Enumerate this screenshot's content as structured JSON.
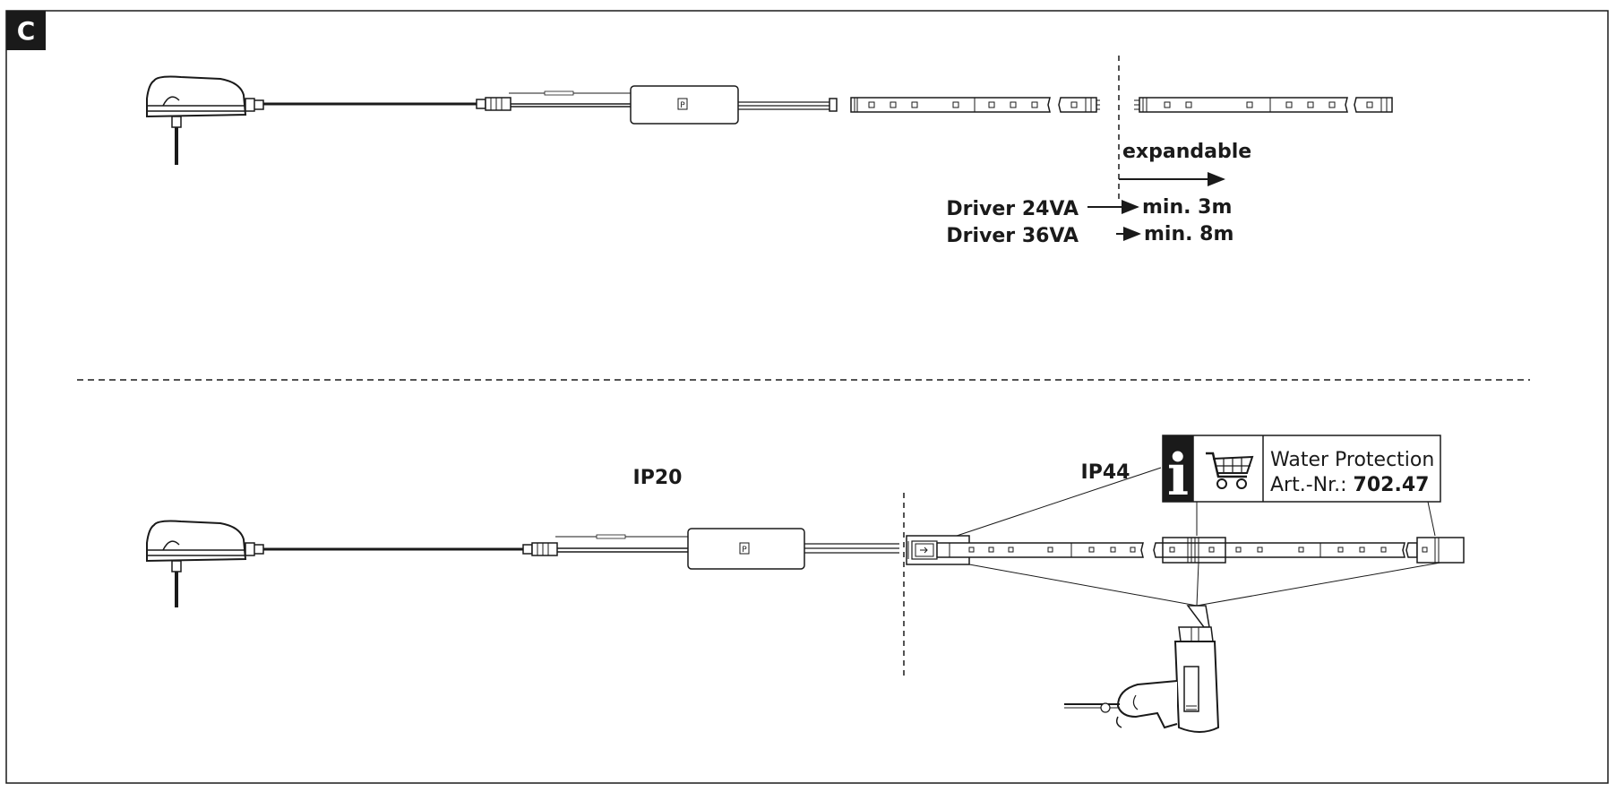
{
  "panel": {
    "letter": "C"
  },
  "top": {
    "expandable_label": "expandable",
    "drivers": [
      {
        "driver": "Driver 24VA",
        "min": "min. 3m"
      },
      {
        "driver": "Driver 36VA",
        "min": "min. 8m"
      }
    ]
  },
  "bottom": {
    "ip20_label": "IP20",
    "ip44_label": "IP44",
    "info_box": {
      "icon_letter": "i",
      "title": "Water Protection",
      "art_prefix": "Art.-Nr.: ",
      "art_number": "702.47"
    }
  },
  "icons": [
    "plug-adapter-icon",
    "controller-box-icon",
    "led-strip-icon",
    "shopping-cart-icon",
    "heat-gun-icon",
    "arrow-right-icon"
  ],
  "colors": {
    "line": "#1a1a1a",
    "background": "#ffffff"
  }
}
